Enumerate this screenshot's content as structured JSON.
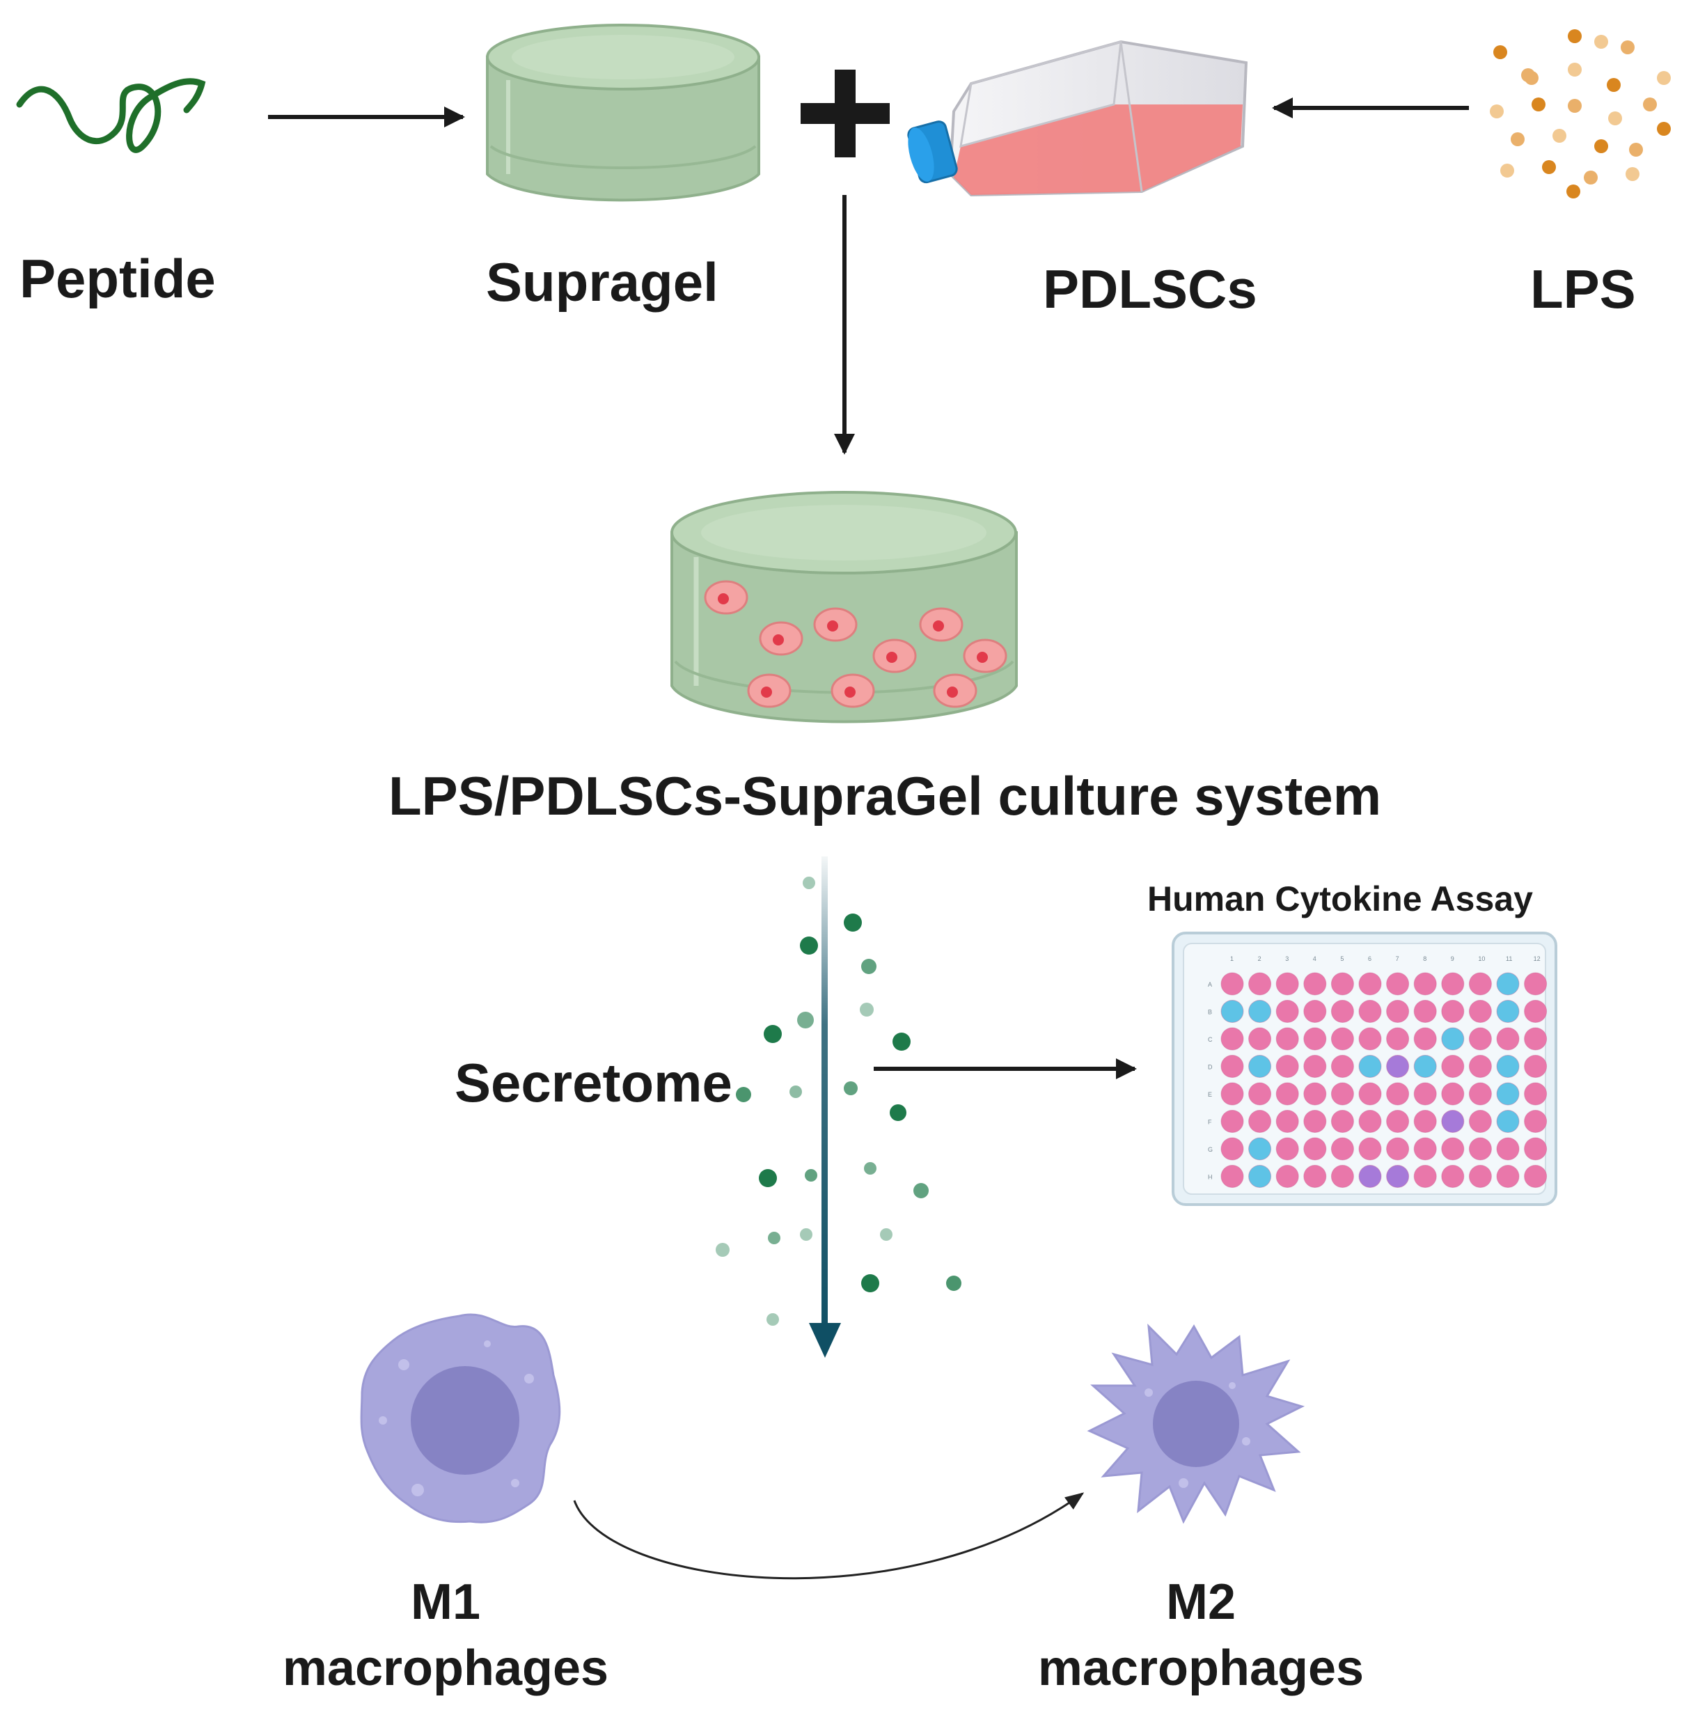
{
  "labels": {
    "peptide": "Peptide",
    "supragel": "Supragel",
    "pdlscs": "PDLSCs",
    "lps": "LPS",
    "culture_system": "LPS/PDLSCs-SupraGel culture system",
    "assay_title": "Human Cytokine Assay",
    "secretome": "Secretome",
    "m1_line1": "M1",
    "m1_line2": "macrophages",
    "m2_line1": "M2",
    "m2_line2": "macrophages"
  },
  "plate": {
    "rows": 8,
    "cols": 12,
    "row_letters": [
      "A",
      "B",
      "C",
      "D",
      "E",
      "F",
      "G",
      "H"
    ],
    "well_colors": {
      "pink": "#e977aa",
      "blue": "#5ec3e6",
      "purple": "#a67ad9"
    },
    "blue_wells": [
      [
        0,
        10
      ],
      [
        1,
        0
      ],
      [
        1,
        1
      ],
      [
        1,
        10
      ],
      [
        2,
        8
      ],
      [
        3,
        1
      ],
      [
        3,
        5
      ],
      [
        3,
        7
      ],
      [
        3,
        10
      ],
      [
        4,
        10
      ],
      [
        5,
        10
      ],
      [
        6,
        1
      ],
      [
        7,
        1
      ]
    ],
    "purple_wells": [
      [
        3,
        6
      ],
      [
        5,
        8
      ],
      [
        7,
        5
      ],
      [
        7,
        6
      ]
    ]
  },
  "colors": {
    "gel": "#a9c7a6",
    "gel_dark": "#8fb08c",
    "cell": "#f4a3a3",
    "nucleus": "#e23a4a",
    "flask_liquid": "#f08585",
    "cap": "#1f8fd6",
    "peptide": "#1f6f2a",
    "lps_dot": "#e59a3a",
    "secretome_dot": "#1e7a4a",
    "secretome_arrow": "#0f4f64",
    "macrophage": "#a8a6dc",
    "macrophage_nucleus": "#8683c4"
  }
}
